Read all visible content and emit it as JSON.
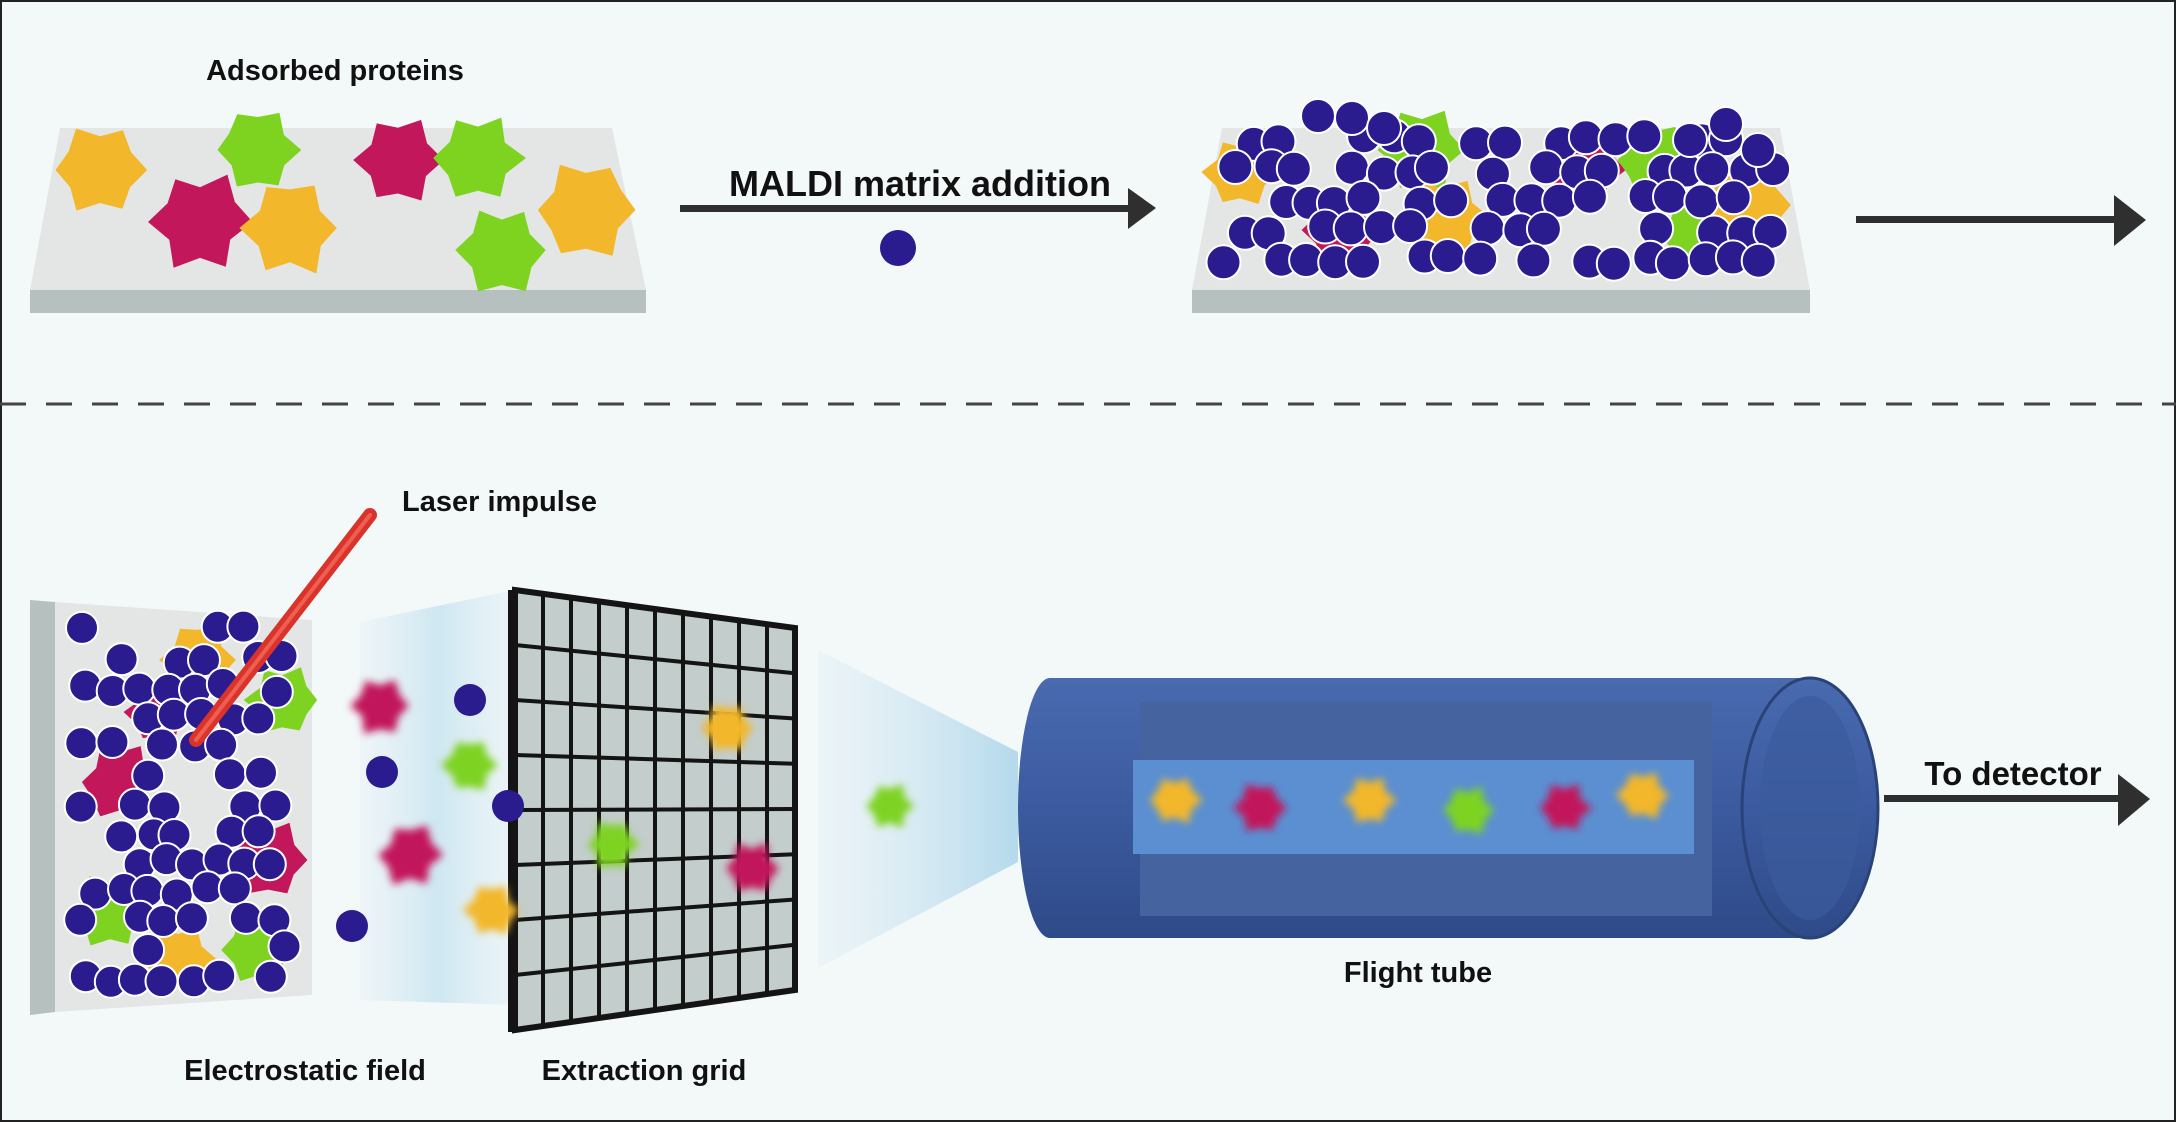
{
  "colors": {
    "background": "#f3f8f9",
    "border": "#222222",
    "plate_top": "#e4e6e6",
    "plate_side": "#b6c0bf",
    "matrix": "#2a1b8e",
    "protein_yellow": "#f2b72a",
    "protein_magenta": "#c2185b",
    "protein_green": "#7ed321",
    "arrow": "#2f2f2f",
    "laser": "#d9342b",
    "tube_body": "#3a5aa0",
    "tube_window": "#5b8fd1",
    "tube_inner": "#45649f",
    "grid_frame": "#141414",
    "grid_cell": "#c3cdcc"
  },
  "labels": {
    "adsorbed_proteins": "Adsorbed proteins",
    "maldi_matrix_addition": "MALDI matrix addition",
    "laser_impulse": "Laser impulse",
    "to_detector": "To detector",
    "flight_tube": "Flight tube",
    "electrostatic_field": "Electrostatic field",
    "extraction_grid": "Extraction grid"
  }
}
